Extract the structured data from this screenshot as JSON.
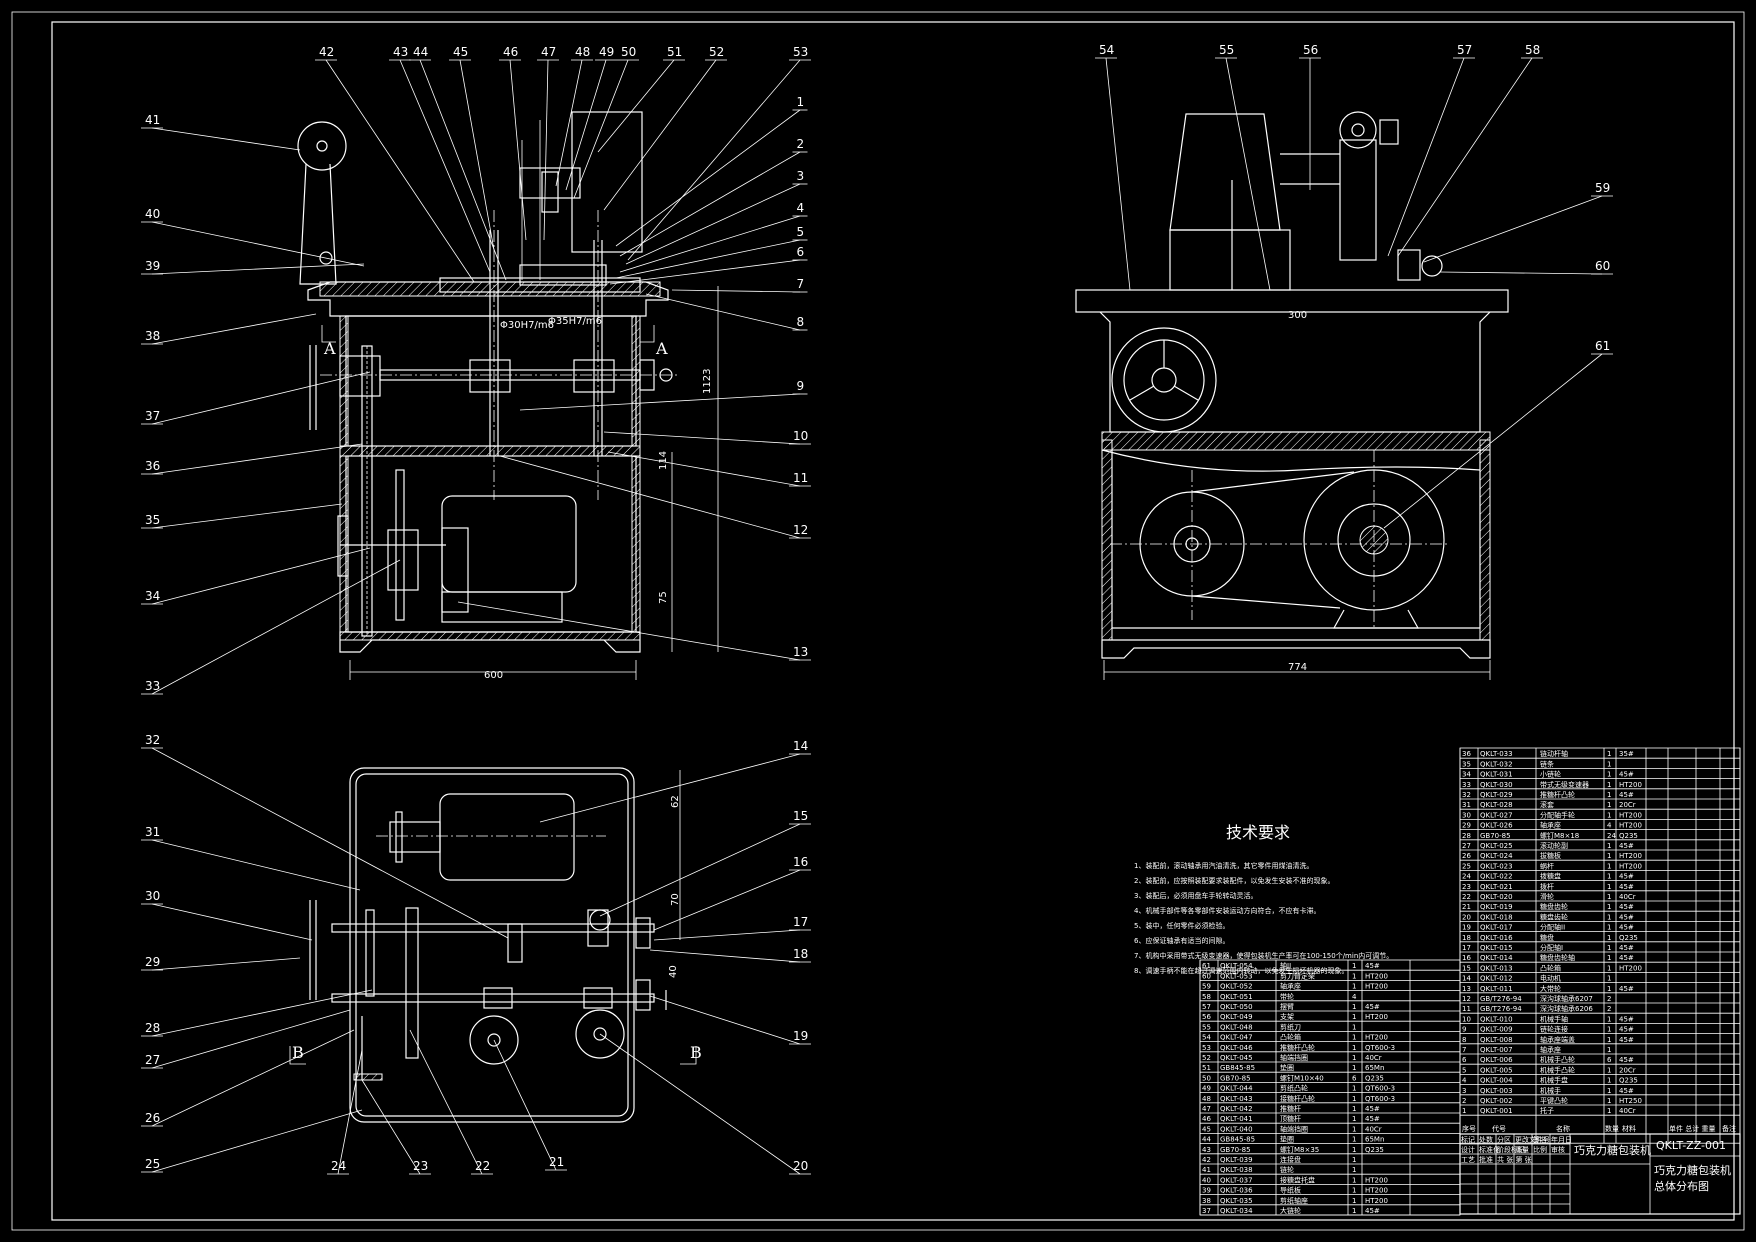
{
  "technical_requirements": {
    "title": "技术要求",
    "items": [
      "1、装配前，滚动轴承用汽油清洗，其它零件用煤油清洗。",
      "2、装配前，应按照装配要求装配件，以免发生安装不准的现象。",
      "3、装配后，必须用盘车手轮转动灵活。",
      "4、机械手部件等各零部件安装运动方向符合，不应有卡滞。",
      "5、装中，任何零件必须检验。",
      "6、应保证轴承有适当的间隙。",
      "7、机构中采用带式无级变速器，使得包装机生产率可在100-150个/min内可调节。",
      "8、调速手柄不能在超过调速范围内转动，以免发生损坏机器的现象。"
    ]
  },
  "dimensions": {
    "front_width": "600",
    "front_height": "1123",
    "dim_114": "114",
    "dim_75": "75",
    "fit_1": "Φ30H7/m6",
    "fit_2": "Φ35H7/m6",
    "side_top": "300",
    "side_width": "774",
    "plan_62": "62",
    "plan_70": "70",
    "plan_40": "40"
  },
  "section_marks": {
    "A": "A",
    "B": "B"
  },
  "callouts": [
    "1",
    "2",
    "3",
    "4",
    "5",
    "6",
    "7",
    "8",
    "9",
    "10",
    "11",
    "12",
    "13",
    "14",
    "15",
    "16",
    "17",
    "18",
    "19",
    "20",
    "21",
    "22",
    "23",
    "24",
    "25",
    "26",
    "27",
    "28",
    "29",
    "30",
    "31",
    "32",
    "33",
    "34",
    "35",
    "36",
    "37",
    "38",
    "39",
    "40",
    "41",
    "42",
    "43",
    "44",
    "45",
    "46",
    "47",
    "48",
    "49",
    "50",
    "51",
    "52",
    "53",
    "54",
    "55",
    "56",
    "57",
    "58",
    "59",
    "60",
    "61"
  ],
  "bom_right": [
    {
      "no": "36",
      "code": "QKLT-033",
      "name": "链动杆轴",
      "qty": "1",
      "mat": "35#"
    },
    {
      "no": "35",
      "code": "QKLT-032",
      "name": "链条",
      "qty": "1",
      "mat": ""
    },
    {
      "no": "34",
      "code": "QKLT-031",
      "name": "小链轮",
      "qty": "1",
      "mat": "45#"
    },
    {
      "no": "33",
      "code": "QKLT-030",
      "name": "带式无级变速器",
      "qty": "1",
      "mat": "HT200"
    },
    {
      "no": "32",
      "code": "QKLT-029",
      "name": "推糖杆凸轮",
      "qty": "1",
      "mat": "45#"
    },
    {
      "no": "31",
      "code": "QKLT-028",
      "name": "滚套",
      "qty": "1",
      "mat": "20Cr"
    },
    {
      "no": "30",
      "code": "QKLT-027",
      "name": "分配轴手轮",
      "qty": "1",
      "mat": "HT200"
    },
    {
      "no": "29",
      "code": "QKLT-026",
      "name": "轴承座",
      "qty": "4",
      "mat": "HT200"
    },
    {
      "no": "28",
      "code": "GB70-85",
      "name": "螺钉M8×18",
      "qty": "24",
      "mat": "Q235"
    },
    {
      "no": "27",
      "code": "QKLT-025",
      "name": "滚动轮副",
      "qty": "1",
      "mat": "45#"
    },
    {
      "no": "26",
      "code": "QKLT-024",
      "name": "拔糖板",
      "qty": "1",
      "mat": "HT200"
    },
    {
      "no": "25",
      "code": "QKLT-023",
      "name": "蜗杆",
      "qty": "1",
      "mat": "HT200"
    },
    {
      "no": "24",
      "code": "QKLT-022",
      "name": "拨糖盘",
      "qty": "1",
      "mat": "45#"
    },
    {
      "no": "23",
      "code": "QKLT-021",
      "name": "拨杆",
      "qty": "1",
      "mat": "45#"
    },
    {
      "no": "22",
      "code": "QKLT-020",
      "name": "滑轮",
      "qty": "1",
      "mat": "40Cr"
    },
    {
      "no": "21",
      "code": "QKLT-019",
      "name": "糖盘齿轮",
      "qty": "1",
      "mat": "45#"
    },
    {
      "no": "20",
      "code": "QKLT-018",
      "name": "糖盘齿轮",
      "qty": "1",
      "mat": "45#"
    },
    {
      "no": "19",
      "code": "QKLT-017",
      "name": "分配轴II",
      "qty": "1",
      "mat": "45#"
    },
    {
      "no": "18",
      "code": "QKLT-016",
      "name": "糖盘",
      "qty": "1",
      "mat": "Q235"
    },
    {
      "no": "17",
      "code": "QKLT-015",
      "name": "分配轴I",
      "qty": "1",
      "mat": "45#"
    },
    {
      "no": "16",
      "code": "QKLT-014",
      "name": "糖盘齿轮轴",
      "qty": "1",
      "mat": "45#"
    },
    {
      "no": "15",
      "code": "QKLT-013",
      "name": "凸轮箱",
      "qty": "1",
      "mat": "HT200"
    },
    {
      "no": "14",
      "code": "QKLT-012",
      "name": "电动机",
      "qty": "1",
      "mat": ""
    },
    {
      "no": "13",
      "code": "QKLT-011",
      "name": "大带轮",
      "qty": "1",
      "mat": "45#"
    },
    {
      "no": "12",
      "code": "GB/T276-94",
      "name": "深沟球轴承6207",
      "qty": "2",
      "mat": ""
    },
    {
      "no": "11",
      "code": "GB/T276-94",
      "name": "深沟球轴承6206",
      "qty": "2",
      "mat": ""
    },
    {
      "no": "10",
      "code": "QKLT-010",
      "name": "机械手轴",
      "qty": "1",
      "mat": "45#"
    },
    {
      "no": "9",
      "code": "QKLT-009",
      "name": "链轮连接",
      "qty": "1",
      "mat": "45#"
    },
    {
      "no": "8",
      "code": "QKLT-008",
      "name": "轴承座端盖",
      "qty": "1",
      "mat": "45#"
    },
    {
      "no": "7",
      "code": "QKLT-007",
      "name": "轴承座",
      "qty": "1",
      "mat": ""
    },
    {
      "no": "6",
      "code": "QKLT-006",
      "name": "机械手凸轮",
      "qty": "6",
      "mat": "45#"
    },
    {
      "no": "5",
      "code": "QKLT-005",
      "name": "机械手凸轮",
      "qty": "1",
      "mat": "20Cr"
    },
    {
      "no": "4",
      "code": "QKLT-004",
      "name": "机械手盘",
      "qty": "1",
      "mat": "Q235"
    },
    {
      "no": "3",
      "code": "QKLT-003",
      "name": "机械手",
      "qty": "1",
      "mat": "45#"
    },
    {
      "no": "2",
      "code": "QKLT-002",
      "name": "平键凸轮",
      "qty": "1",
      "mat": "HT250"
    },
    {
      "no": "1",
      "code": "QKLT-001",
      "name": "托子",
      "qty": "1",
      "mat": "40Cr"
    }
  ],
  "bom_right_header": {
    "no": "序号",
    "code": "代号",
    "name": "名称",
    "qty": "数量",
    "mat": "材料",
    "weight": "单件 总计 重量",
    "note": "备注"
  },
  "bom_left": [
    {
      "no": "61",
      "code": "QKLT-054",
      "name": "轴II",
      "qty": "1",
      "mat": "45#"
    },
    {
      "no": "60",
      "code": "QKLT-053",
      "name": "剪刀臂定架",
      "qty": "1",
      "mat": "HT200"
    },
    {
      "no": "59",
      "code": "QKLT-052",
      "name": "轴承座",
      "qty": "1",
      "mat": "HT200"
    },
    {
      "no": "58",
      "code": "QKLT-051",
      "name": "带轮",
      "qty": "4",
      "mat": ""
    },
    {
      "no": "57",
      "code": "QKLT-050",
      "name": "摆臂",
      "qty": "1",
      "mat": "45#"
    },
    {
      "no": "56",
      "code": "QKLT-049",
      "name": "支架",
      "qty": "1",
      "mat": "HT200"
    },
    {
      "no": "55",
      "code": "QKLT-048",
      "name": "剪纸刀",
      "qty": "1",
      "mat": ""
    },
    {
      "no": "54",
      "code": "QKLT-047",
      "name": "凸轮箱",
      "qty": "1",
      "mat": "HT200"
    },
    {
      "no": "53",
      "code": "QKLT-046",
      "name": "推糖杆凸轮",
      "qty": "1",
      "mat": "QT600-3"
    },
    {
      "no": "52",
      "code": "QKLT-045",
      "name": "轴端挡圈",
      "qty": "1",
      "mat": "40Cr"
    },
    {
      "no": "51",
      "code": "GB845-85",
      "name": "垫圈",
      "qty": "1",
      "mat": "65Mn"
    },
    {
      "no": "50",
      "code": "GB70-85",
      "name": "螺钉M10×40",
      "qty": "6",
      "mat": "Q235"
    },
    {
      "no": "49",
      "code": "QKLT-044",
      "name": "剪纸凸轮",
      "qty": "1",
      "mat": "QT600-3"
    },
    {
      "no": "48",
      "code": "QKLT-043",
      "name": "接糖杆凸轮",
      "qty": "1",
      "mat": "QT600-3"
    },
    {
      "no": "47",
      "code": "QKLT-042",
      "name": "推糖杆",
      "qty": "1",
      "mat": "45#"
    },
    {
      "no": "46",
      "code": "QKLT-041",
      "name": "顶糖杆",
      "qty": "1",
      "mat": "45#"
    },
    {
      "no": "45",
      "code": "QKLT-040",
      "name": "轴端挡圈",
      "qty": "1",
      "mat": "40Cr"
    },
    {
      "no": "44",
      "code": "GB845-85",
      "name": "垫圈",
      "qty": "1",
      "mat": "65Mn"
    },
    {
      "no": "43",
      "code": "GB70-85",
      "name": "螺钉M8×35",
      "qty": "1",
      "mat": "Q235"
    },
    {
      "no": "42",
      "code": "QKLT-039",
      "name": "连接盘",
      "qty": "1",
      "mat": ""
    },
    {
      "no": "41",
      "code": "QKLT-038",
      "name": "链轮",
      "qty": "1",
      "mat": ""
    },
    {
      "no": "40",
      "code": "QKLT-037",
      "name": "接糖盘托盘",
      "qty": "1",
      "mat": "HT200"
    },
    {
      "no": "39",
      "code": "QKLT-036",
      "name": "导纸板",
      "qty": "1",
      "mat": "HT200"
    },
    {
      "no": "38",
      "code": "QKLT-035",
      "name": "剪纸轴座",
      "qty": "1",
      "mat": "HT200"
    },
    {
      "no": "37",
      "code": "QKLT-034",
      "name": "大链轮",
      "qty": "1",
      "mat": "45#"
    }
  ],
  "title_block": {
    "drawing_no": "QKLT-ZZ-001",
    "product": "巧克力糖包装机",
    "drawing_title": "巧克力糖包装机总体分布图",
    "rows": [
      "标记",
      "处数",
      "分区",
      "更改文件号",
      "签名",
      "年月日",
      "设计",
      "标准化",
      "阶段标记",
      "重量",
      "比例",
      "审核",
      "工艺",
      "批准",
      "共 张 第 张"
    ]
  }
}
